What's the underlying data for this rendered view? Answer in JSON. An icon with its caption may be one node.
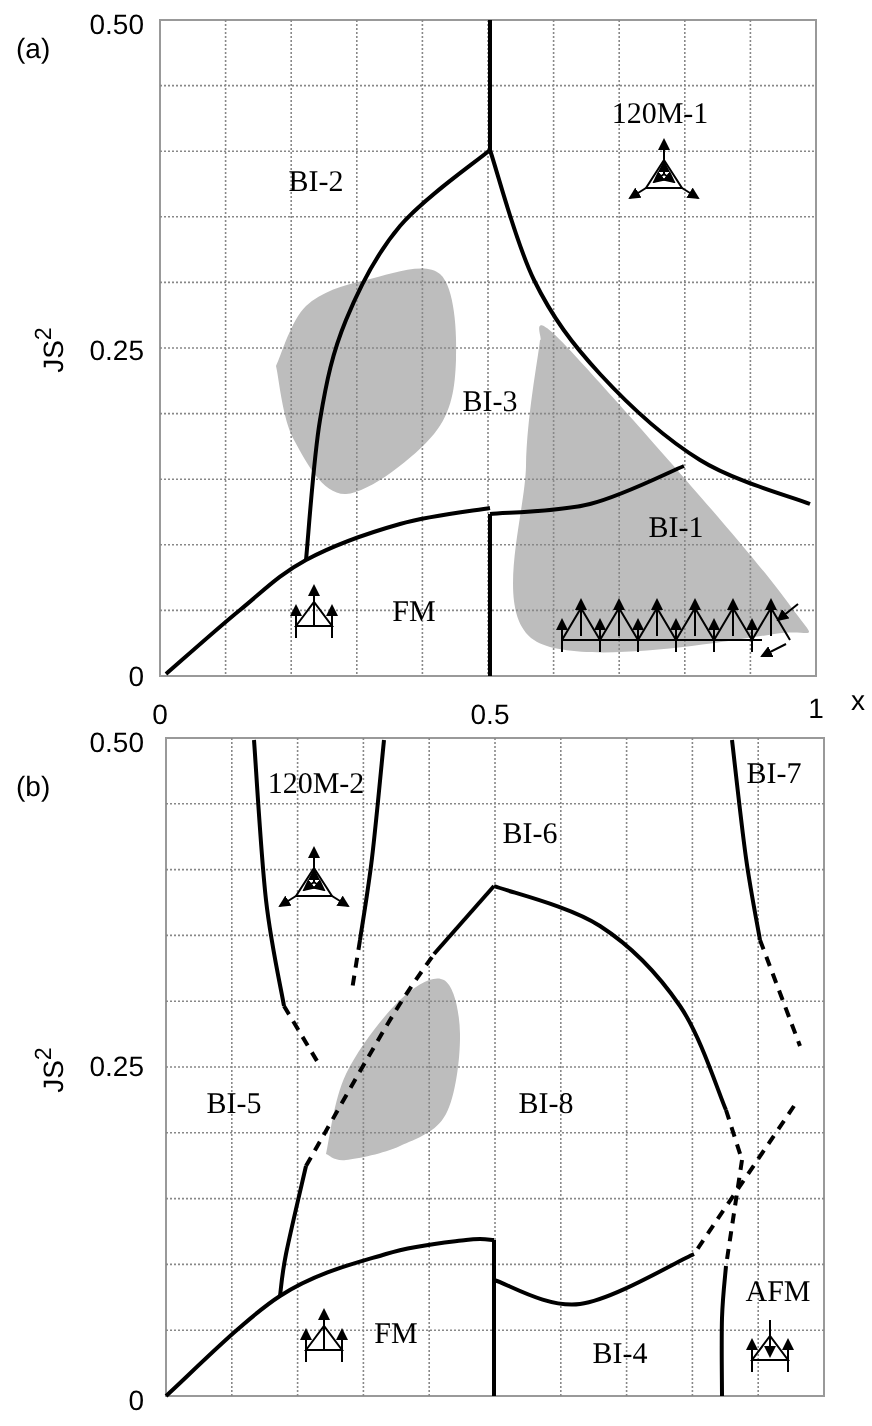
{
  "diagram": {
    "labels": [
      "(a)",
      "0.50",
      "JS$^{2}$",
      "0.25",
      "0",
      "120M-1",
      "BI-2",
      "BI-3",
      "BI-1",
      "FM",
      "0",
      "0.5",
      "1",
      "x",
      "(b)",
      "0.50",
      "JS$^{2}$",
      "0.25",
      "0",
      "120M-2",
      "BI-7",
      "BI-6",
      "BI-5",
      "BI-8",
      "FM",
      "AFM",
      "BI-4"
    ]
  }
}
